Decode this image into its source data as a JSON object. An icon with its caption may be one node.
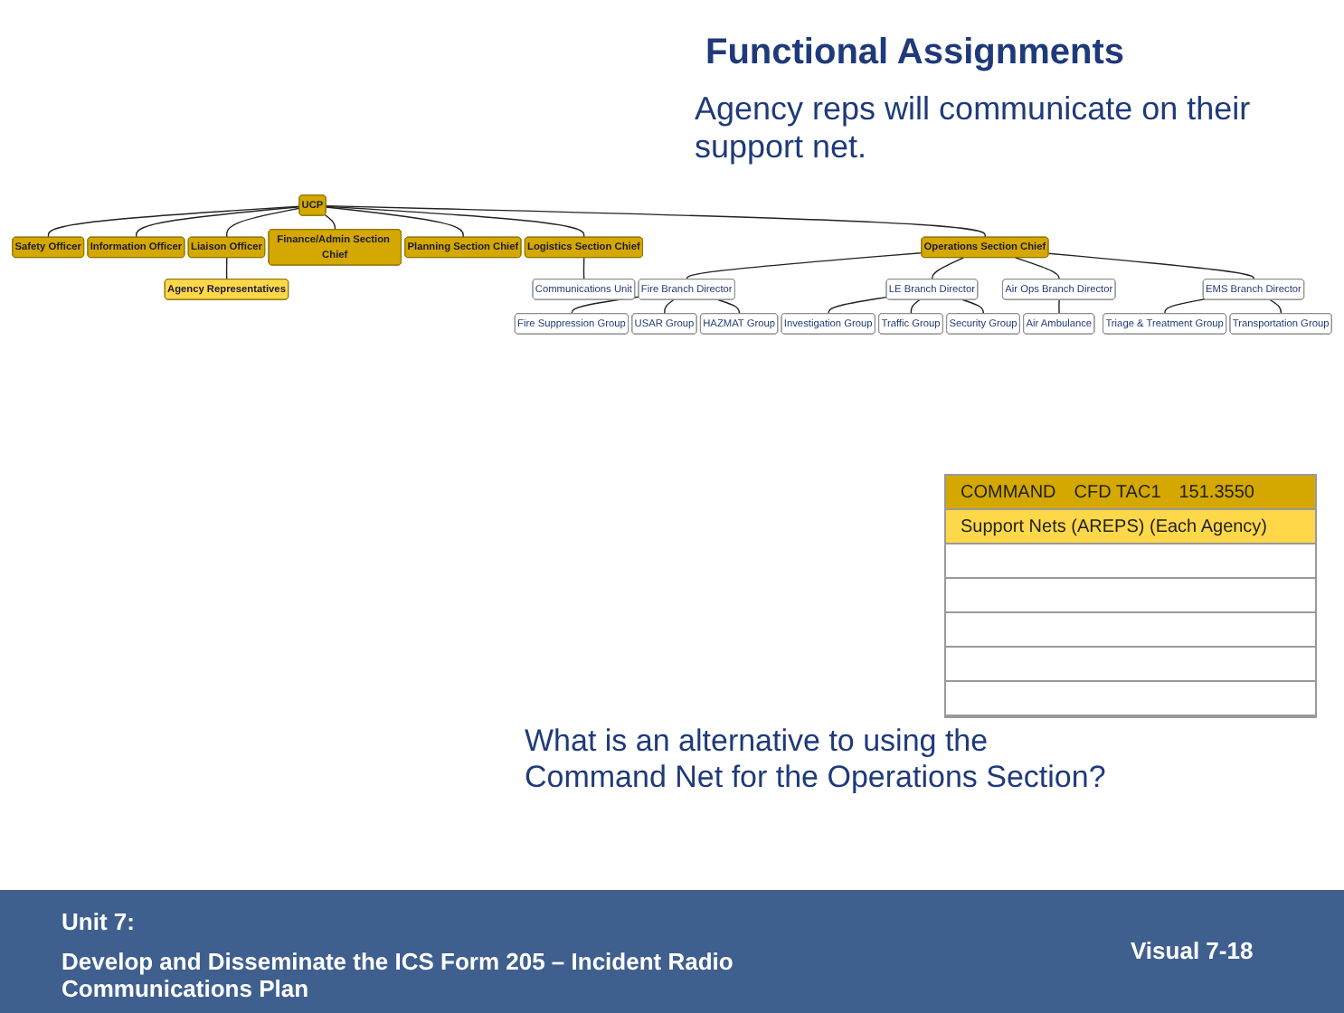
{
  "diagram": {
    "title": "Functional Assignments",
    "nodes": [
      {
        "text": [
          "UCP"
        ]
      },
      {
        "text": [
          "Safety Officer"
        ]
      },
      {
        "text": [
          "Information Officer"
        ]
      },
      {
        "text": [
          "Agency Representatives"
        ]
      },
      {
        "text": [
          "Liaison Officer"
        ]
      },
      {
        "text": [
          "Finance/Admin Section Chief"
        ]
      },
      {
        "text": [
          "Planning Section Chief"
        ]
      },
      {
        "text": [
          "Operations Section Chief"
        ]
      },
      {
        "text": [
          "Logistics Section Chief"
        ]
      },
      {
        "text": [
          "Communications Unit"
        ]
      },
      {
        "text": [
          "Fire Branch Director"
        ]
      },
      {
        "text": [
          "LE Branch Director"
        ]
      },
      {
        "text": [
          "Air Ops Branch Director"
        ]
      },
      {
        "text": [
          "EMS Branch Director"
        ]
      },
      {
        "text": [
          "Fire Suppression Group"
        ]
      },
      {
        "text": [
          "USAR Group"
        ]
      },
      {
        "text": [
          "HAZMAT Group"
        ]
      },
      {
        "text": [
          "Investigation Group"
        ]
      },
      {
        "text": [
          "Traffic Group"
        ]
      },
      {
        "text": [
          "Security Group"
        ]
      },
      {
        "text": [
          "Air Ambulance"
        ]
      },
      {
        "text": [
          "Triage & Treatment Group"
        ]
      },
      {
        "text": [
          "Transportation Group"
        ]
      }
    ],
    "edges": [
      {
        "from": 0,
        "to": 1,
        "arrow": "none"
      },
      {
        "from": 0,
        "to": 2,
        "arrow": "none"
      },
      {
        "from": 0,
        "to": 4,
        "arrow": "none"
      },
      {
        "from": 4,
        "to": 3,
        "arrow": "none"
      },
      {
        "from": 0,
        "to": 5,
        "arrow": "none"
      },
      {
        "from": 0,
        "to": 6,
        "arrow": "none"
      },
      {
        "from": 0,
        "to": 7,
        "arrow": "none"
      },
      {
        "from": 0,
        "to": 8,
        "arrow": "none"
      },
      {
        "from": 8,
        "to": 9,
        "arrow": "none"
      },
      {
        "from": 7,
        "to": 10,
        "arrow": "none"
      },
      {
        "from": 7,
        "to": 11,
        "arrow": "none"
      },
      {
        "from": 7,
        "to": 12,
        "arrow": "none"
      },
      {
        "from": 7,
        "to": 13,
        "arrow": "none"
      },
      {
        "from": 10,
        "to": 14,
        "arrow": "none"
      },
      {
        "from": 10,
        "to": 15,
        "arrow": "none"
      },
      {
        "from": 10,
        "to": 16,
        "arrow": "none"
      },
      {
        "from": 11,
        "to": 17,
        "arrow": "none"
      },
      {
        "from": 11,
        "to": 18,
        "arrow": "none"
      },
      {
        "from": 11,
        "to": 19,
        "arrow": "none"
      },
      {
        "from": 12,
        "to": 20,
        "arrow": "none"
      },
      {
        "from": 13,
        "to": 21,
        "arrow": "none"
      },
      {
        "from": 13,
        "to": 22,
        "arrow": "none"
      }
    ],
    "labels": [
      "Agency reps will communicate on their support net.",
      "COMMAND",
      "CFD TAC1",
      "151.3550",
      "Support Nets (AREPS) (Each Agency)",
      "What is an alternative to using the Command Net for the Operations Section?",
      "Unit 7:",
      "Develop and Disseminate the ICS Form 205 – Incident Radio Communications Plan",
      "Visual 7-18"
    ]
  }
}
